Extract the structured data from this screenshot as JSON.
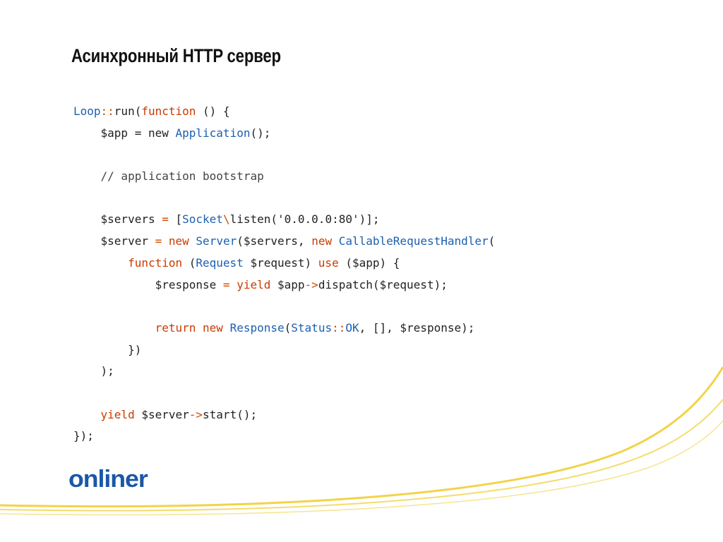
{
  "slide": {
    "title": "Асинхронный HTTP сервер",
    "logo_text": "onliner",
    "colors": {
      "keyword": "#cc3a00",
      "class": "#1c5fb0",
      "text": "#222222",
      "logo": "#1b58a6",
      "swoosh": "#f2d34a"
    }
  },
  "code_lines": [
    [
      {
        "t": "Loop",
        "c": "cls"
      },
      {
        "t": "::",
        "c": "op"
      },
      {
        "t": "run(",
        "c": "plain"
      },
      {
        "t": "function",
        "c": "kw"
      },
      {
        "t": " () {",
        "c": "plain"
      }
    ],
    [
      {
        "t": "    $app = new ",
        "c": "plain"
      },
      {
        "t": "Application",
        "c": "cls"
      },
      {
        "t": "();",
        "c": "plain"
      }
    ],
    [],
    [
      {
        "t": "    // application bootstrap",
        "c": "cm"
      }
    ],
    [],
    [
      {
        "t": "    $servers ",
        "c": "plain"
      },
      {
        "t": "=",
        "c": "op"
      },
      {
        "t": " [",
        "c": "plain"
      },
      {
        "t": "Socket",
        "c": "cls"
      },
      {
        "t": "\\",
        "c": "op"
      },
      {
        "t": "listen('",
        "c": "plain"
      },
      {
        "t": "0.0.0.0:80",
        "c": "str"
      },
      {
        "t": "')];",
        "c": "plain"
      }
    ],
    [
      {
        "t": "    $server ",
        "c": "plain"
      },
      {
        "t": "=",
        "c": "op"
      },
      {
        "t": " ",
        "c": "plain"
      },
      {
        "t": "new",
        "c": "kw"
      },
      {
        "t": " ",
        "c": "plain"
      },
      {
        "t": "Server",
        "c": "cls"
      },
      {
        "t": "($servers, ",
        "c": "plain"
      },
      {
        "t": "new",
        "c": "kw"
      },
      {
        "t": " ",
        "c": "plain"
      },
      {
        "t": "CallableRequestHandler",
        "c": "cls"
      },
      {
        "t": "(",
        "c": "plain"
      }
    ],
    [
      {
        "t": "        ",
        "c": "plain"
      },
      {
        "t": "function",
        "c": "kw"
      },
      {
        "t": " (",
        "c": "plain"
      },
      {
        "t": "Request",
        "c": "cls"
      },
      {
        "t": " $request) ",
        "c": "plain"
      },
      {
        "t": "use",
        "c": "kw"
      },
      {
        "t": " ($app) {",
        "c": "plain"
      }
    ],
    [
      {
        "t": "            $response ",
        "c": "plain"
      },
      {
        "t": "=",
        "c": "op"
      },
      {
        "t": " ",
        "c": "plain"
      },
      {
        "t": "yield",
        "c": "kw"
      },
      {
        "t": " $app",
        "c": "plain"
      },
      {
        "t": "->",
        "c": "op"
      },
      {
        "t": "dispatch($request);",
        "c": "plain"
      }
    ],
    [],
    [
      {
        "t": "            ",
        "c": "plain"
      },
      {
        "t": "return",
        "c": "kw"
      },
      {
        "t": " ",
        "c": "plain"
      },
      {
        "t": "new",
        "c": "kw"
      },
      {
        "t": " ",
        "c": "plain"
      },
      {
        "t": "Response",
        "c": "cls"
      },
      {
        "t": "(",
        "c": "plain"
      },
      {
        "t": "Status",
        "c": "cls"
      },
      {
        "t": "::",
        "c": "op"
      },
      {
        "t": "OK",
        "c": "cls"
      },
      {
        "t": ", [], $response);",
        "c": "plain"
      }
    ],
    [
      {
        "t": "        })",
        "c": "plain"
      }
    ],
    [
      {
        "t": "    );",
        "c": "plain"
      }
    ],
    [],
    [
      {
        "t": "    ",
        "c": "plain"
      },
      {
        "t": "yield",
        "c": "kw"
      },
      {
        "t": " $server",
        "c": "plain"
      },
      {
        "t": "->",
        "c": "op"
      },
      {
        "t": "start();",
        "c": "plain"
      }
    ],
    [
      {
        "t": "});",
        "c": "plain"
      }
    ]
  ]
}
